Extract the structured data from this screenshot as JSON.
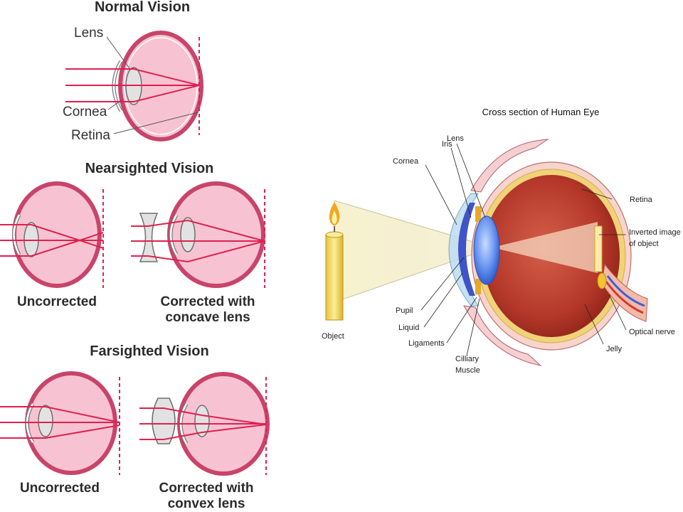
{
  "left_panel": {
    "normal": {
      "title": "Normal Vision",
      "labels": {
        "lens": "Lens",
        "cornea": "Cornea",
        "retina": "Retina"
      }
    },
    "nearsighted": {
      "title": "Nearsighted Vision",
      "uncorrected_caption": "Uncorrected",
      "corrected_caption_line1": "Corrected with",
      "corrected_caption_line2": "concave lens"
    },
    "farsighted": {
      "title": "Farsighted Vision",
      "uncorrected_caption": "Uncorrected",
      "corrected_caption_line1": "Corrected with",
      "corrected_caption_line2": "convex lens"
    }
  },
  "right_panel": {
    "title": "Cross section of Human Eye",
    "labels": {
      "cornea": "Cornea",
      "iris": "Iris",
      "lens": "Lens",
      "retina": "Retina",
      "inverted_image_line1": "Inverted image",
      "inverted_image_line2": "of object",
      "pupil": "Pupil",
      "liquid": "Liquid",
      "ligaments": "Ligaments",
      "cilliary_line1": "Cilliary",
      "cilliary_line2": "Muscle",
      "optical_nerve": "Optical nerve",
      "jelly": "Jelly",
      "object": "Object"
    }
  },
  "colors": {
    "eye_fill": "#f7c3d2",
    "eye_stroke": "#c8446a",
    "ray": "#e0204f",
    "lens_gray": "#e2e2e2",
    "eyeball_red": "#b83a2a",
    "sclera_yellow": "#f0d27a",
    "lens_blue": "#4f7de8",
    "candle_yellow": "#f3df6a"
  }
}
